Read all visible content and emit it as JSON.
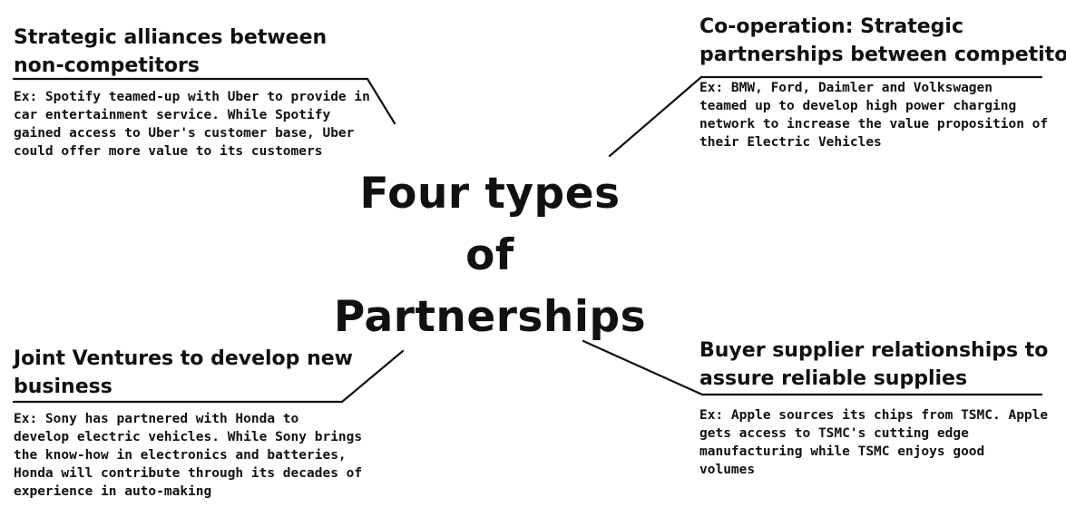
{
  "center": {
    "title_line1": "Four types",
    "title_line2": "of Partnerships"
  },
  "partnerships": {
    "top_left": {
      "heading": [
        "Strategic alliances between",
        "non-competitors"
      ],
      "description": [
        "Ex: Spotify teamed-up with Uber to provide in",
        "car entertainment service. While Spotify",
        "gained access to Uber's customer base, Uber",
        "could offer more value to its customers"
      ]
    },
    "top_right": {
      "heading": [
        "Co-operation: Strategic",
        "partnerships between competitors"
      ],
      "description": [
        "Ex: BMW, Ford, Daimler and Volkswagen",
        "teamed up to develop high power charging",
        "network to increase the value proposition of",
        "their Electric Vehicles"
      ]
    },
    "bottom_left": {
      "heading": [
        "Joint Ventures to develop new",
        "business"
      ],
      "description": [
        "Ex: Sony has partnered with Honda to",
        "develop electric vehicles. While Sony brings",
        "the know-how in electronics and batteries,",
        "Honda will contribute through its decades of",
        "experience in auto-making"
      ]
    },
    "bottom_right": {
      "heading": [
        "Buyer supplier relationships to",
        "assure reliable supplies"
      ],
      "description": [
        "Ex: Apple sources its chips from TSMC. Apple",
        "gets access to TSMC's cutting edge",
        "manufacturing while TSMC enjoys good",
        "volumes"
      ]
    }
  },
  "colors": {
    "text": "#111111",
    "lines": "#111111",
    "background": "#ffffff"
  }
}
